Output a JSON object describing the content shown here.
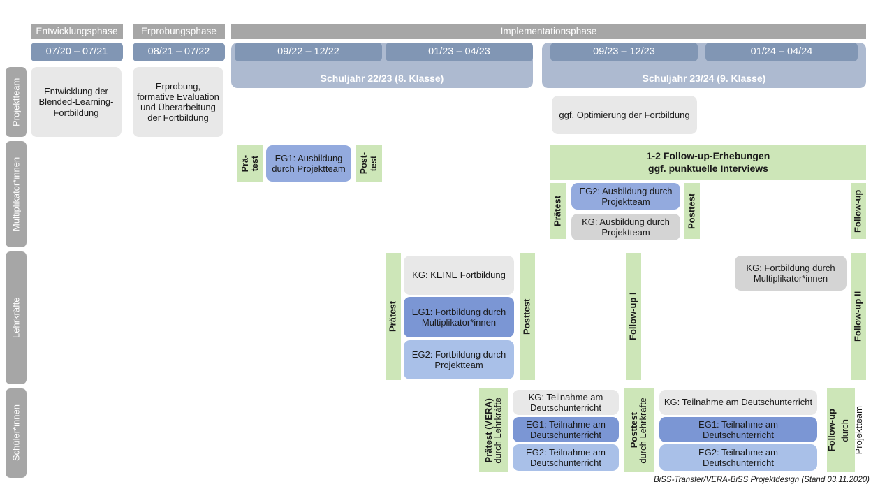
{
  "figure": {
    "title": "BiSS-Transfer/VERA-BiSS Projektdesign",
    "footer_note": "BiSS-Transfer/VERA-BiSS Projektdesign (Stand 03.11.2020)",
    "colors": {
      "phase_grey": "#a6a6a6",
      "period_blue": "#8196b4",
      "year_band_blue": "#adbad0",
      "green": "#cde6b8",
      "box_grey": "#e8e8e8",
      "box_grey_dark": "#d4d4d4",
      "blue_dark": "#7b96d4",
      "blue_mid": "#93aade",
      "blue_light": "#a9c0e8"
    }
  },
  "phases": [
    {
      "label": "Entwicklungsphase"
    },
    {
      "label": "Erprobungsphase"
    },
    {
      "label": "Implementationsphase"
    }
  ],
  "periods": [
    {
      "label": "07/20 – 07/21"
    },
    {
      "label": "08/21 – 07/22"
    },
    {
      "label": "09/22 – 12/22"
    },
    {
      "label": "01/23 – 04/23"
    },
    {
      "label": "09/23 – 12/23"
    },
    {
      "label": "01/24 – 04/24"
    }
  ],
  "school_years": [
    {
      "label": "Schuljahr 22/23 (8. Klasse)"
    },
    {
      "label": "Schuljahr 23/24 (9. Klasse)"
    }
  ],
  "rows": [
    {
      "label": "Projektteam"
    },
    {
      "label": "Multiplikator*innen"
    },
    {
      "label": "Lehrkräfte"
    },
    {
      "label": "Schüler*innen"
    }
  ],
  "projektteam": {
    "boxes": [
      {
        "text": "Entwicklung der Blended-Learning-Fortbildung"
      },
      {
        "text": "Erprobung, formative Evaluation und Überarbeitung der Fortbildung"
      },
      {
        "text": "ggf. Optimierung der Fortbildung"
      }
    ]
  },
  "multiplikatoren": {
    "pretest_1a": "Prä-",
    "pretest_1b": "test",
    "posttest_1a": "Post-",
    "posttest_1b": "test",
    "box_eg1": "EG1: Ausbildung durch Projektteam",
    "followup_banner_line1": "1-2 Follow-up-Erhebungen",
    "followup_banner_line2": "ggf. punktuelle Interviews",
    "pretest_2": "Prätest",
    "posttest_2": "Posttest",
    "followup_2": "Follow-up",
    "box_eg2": "EG2:  Ausbildung durch Projektteam",
    "box_kg": "KG: Ausbildung durch Projektteam"
  },
  "lehrkraefte": {
    "pretest": "Prätest",
    "posttest": "Posttest",
    "followup_1": "Follow-up I",
    "followup_2": "Follow-up II",
    "box_kg": "KG:  KEINE Fortbildung",
    "box_eg1": "EG1: Fortbildung durch Multiplikator*innen",
    "box_eg2": "EG2: Fortbildung durch Projektteam",
    "box_kg_right": "KG: Fortbildung durch Multiplikator*innen"
  },
  "schueler": {
    "pretest_main": "Prätest (VERA)",
    "pretest_sub": "durch Lehrkräfte",
    "posttest_main": "Posttest",
    "posttest_sub": "durch Lehrkräfte",
    "followup_main": "Follow-up",
    "followup_sub1": "durch",
    "followup_sub2": "Projektteam",
    "left_boxes": [
      {
        "text": "KG: Teilnahme am Deutschunterricht"
      },
      {
        "text": "EG1: Teilnahme am Deutschunterricht"
      },
      {
        "text": "EG2: Teilnahme am Deutschunterricht"
      }
    ],
    "right_boxes": [
      {
        "text": "KG: Teilnahme am Deutschunterricht"
      },
      {
        "text": "EG1: Teilnahme am Deutschunterricht"
      },
      {
        "text": "EG2: Teilnahme am Deutschunterricht"
      }
    ]
  }
}
